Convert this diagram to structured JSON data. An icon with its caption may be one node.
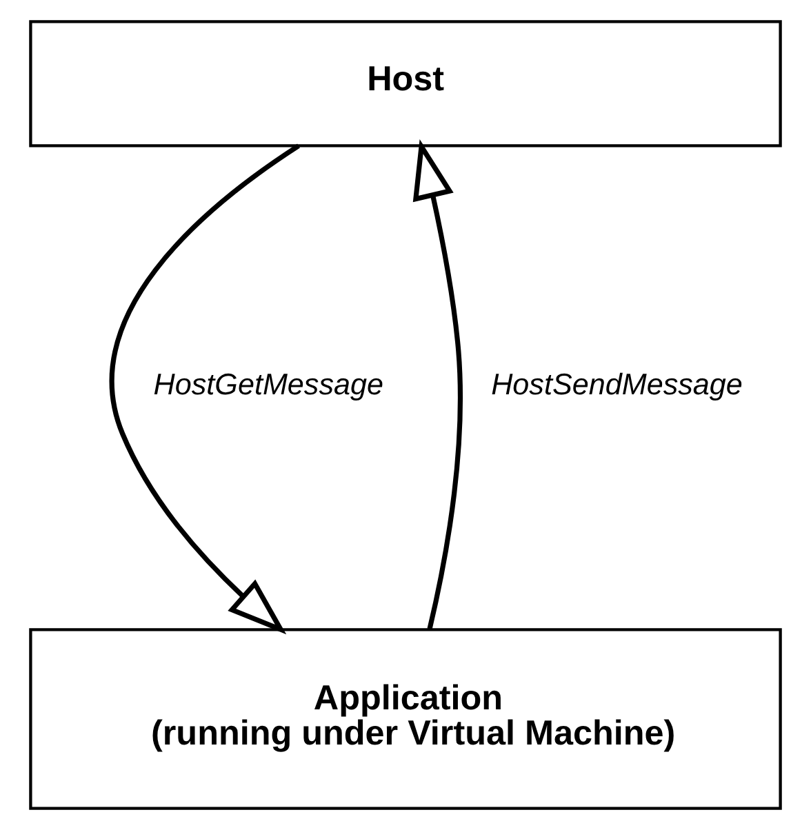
{
  "diagram": {
    "nodes": [
      {
        "text": [
          "Host"
        ]
      },
      {
        "text": [
          "Application (running under Virtual Machine)"
        ]
      }
    ],
    "edges": [
      {
        "from": 1,
        "to": 0,
        "arrow": "to",
        "label": "HostSendMessage"
      },
      {
        "from": 0,
        "to": 1,
        "arrow": "to",
        "label": "HostGetMessage"
      }
    ]
  }
}
